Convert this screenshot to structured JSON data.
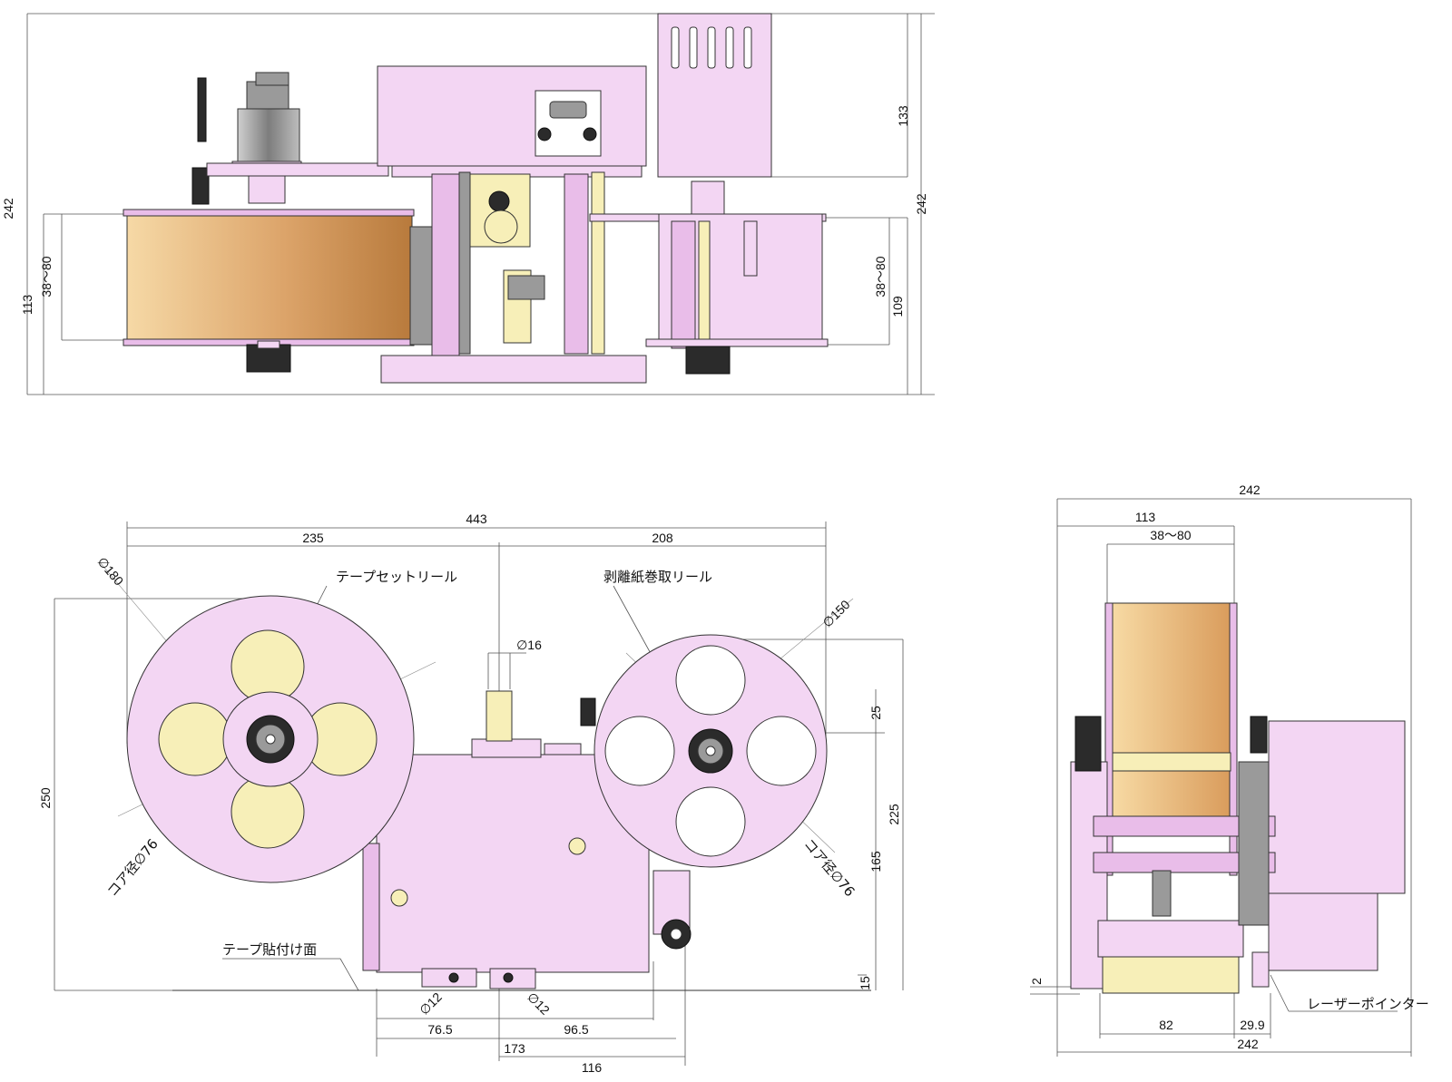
{
  "colors": {
    "body": "#f3d6f3",
    "body_dark": "#e9bde9",
    "tape_light": "#f6d9a6",
    "tape_dark": "#c68a49",
    "hub_cream": "#f7efb8",
    "knob": "#2b2b2b"
  },
  "top_view": {
    "width_242": "242",
    "width_113": "113",
    "core_38_80_left": "38～80",
    "height_133": "133",
    "width_242_right": "242",
    "core_38_80_right": "38～80",
    "width_109": "109"
  },
  "front_view": {
    "overall_443": "443",
    "left_235": "235",
    "right_208": "208",
    "reel_dia_180": "∅180",
    "tape_reel_label": "テープセットリール",
    "waste_reel_label": "剥離紙巻取リール",
    "reel_dia_150": "∅150",
    "shaft_dia_16": "∅16",
    "dim_25": "25",
    "height_250": "250",
    "height_225": "225",
    "height_165": "165",
    "core_left": "コア径∅76",
    "core_right": "コア径∅76",
    "apply_surface_label": "テープ貼付け面",
    "dim_15": "15",
    "roller_dia_12_left": "∅12",
    "roller_dia_12_right": "∅12",
    "dim_76_5": "76.5",
    "dim_96_5": "96.5",
    "dim_173": "173",
    "dim_116": "116"
  },
  "side_view": {
    "top_242": "242",
    "top_113": "113",
    "core_38_80": "38～80",
    "dim_2": "2",
    "dim_82": "82",
    "dim_29_9": "29.9",
    "bottom_242": "242",
    "laser_pointer_label": "レーザーポインター"
  }
}
